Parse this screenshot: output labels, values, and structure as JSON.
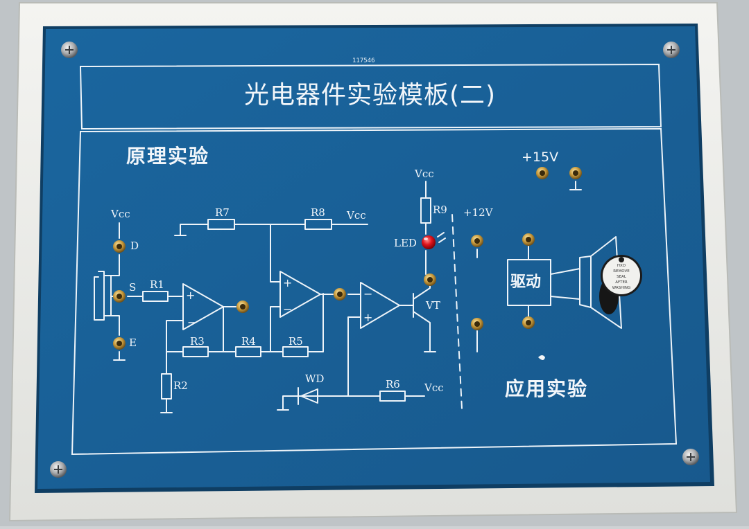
{
  "board": {
    "serial": "117546",
    "title": "光电器件实验模板(二)",
    "left_section_label": "原理实验",
    "right_section_label": "应用实验",
    "driver_label": "驱动"
  },
  "labels": {
    "vcc_sensor": "Vcc",
    "pin_d": "D",
    "pin_s": "S",
    "pin_e": "E",
    "r1": "R1",
    "r2": "R2",
    "r3": "R3",
    "r4": "R4",
    "r5": "R5",
    "r6": "R6",
    "r7": "R7",
    "r8": "R8",
    "r9": "R9",
    "vcc_r8": "Vcc",
    "vcc_r9": "Vcc",
    "vcc_r6": "Vcc",
    "led": "LED",
    "vt": "VT",
    "wd": "WD",
    "plus12v": "+12V",
    "plus15v": "+15V"
  },
  "buzzer_text": [
    "HXD",
    "REMOVE",
    "SEAL",
    "AFTER",
    "WASHING"
  ],
  "colors": {
    "panel_blue": "#1d6aa2",
    "frame_white": "#ecedeb",
    "silkscreen": "#f2f6fa",
    "brass": "#c8a04a",
    "led_red": "#e0141c"
  }
}
